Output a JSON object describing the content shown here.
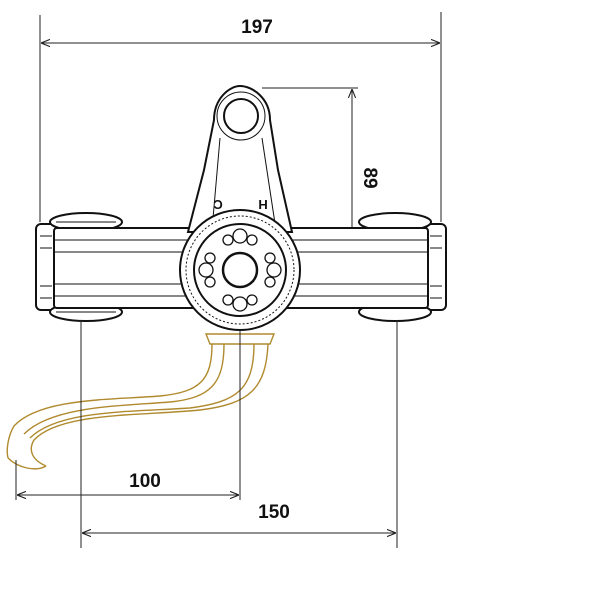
{
  "dimensions": {
    "overall_width": "197",
    "handle_height": "89",
    "spout_reach": "100",
    "center_distance": "150"
  },
  "valve_labels": {
    "cold": "C",
    "hot": "H"
  },
  "colors": {
    "line": "#111111",
    "spout": "#b08a2e",
    "background": "#ffffff"
  }
}
